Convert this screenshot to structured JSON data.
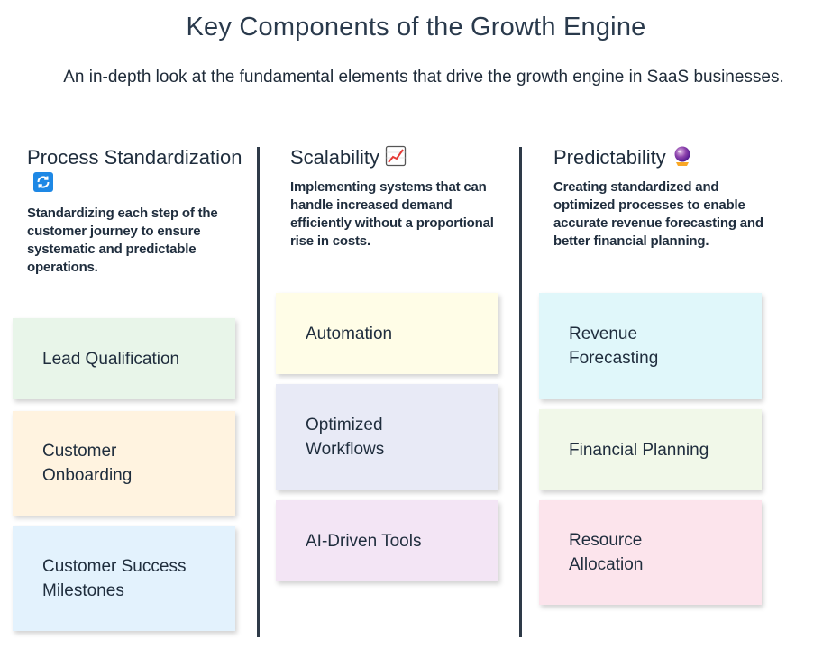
{
  "title": "Key Components of the Growth Engine",
  "subtitle": "An in-depth look at the fundamental elements that drive the growth engine in SaaS businesses.",
  "columns": [
    {
      "heading": "Process Standardization",
      "icon": "refresh-icon",
      "description": "Standardizing each step of the customer journey to ensure systematic and predictable operations.",
      "cards": [
        {
          "label": "Lead Qualification",
          "color": "#e8f5e9"
        },
        {
          "label": "Customer Onboarding",
          "color": "#fff3e0"
        },
        {
          "label": "Customer Success Milestones",
          "color": "#e3f2fd"
        }
      ]
    },
    {
      "heading": "Scalability",
      "icon": "chart-increasing-icon",
      "description": "Implementing systems that can handle increased demand efficiently without a proportional rise in costs.",
      "cards": [
        {
          "label": "Automation",
          "color": "#fffde7"
        },
        {
          "label": "Optimized Workflows",
          "color": "#e8eaf6"
        },
        {
          "label": "AI-Driven Tools",
          "color": "#f3e5f5"
        }
      ]
    },
    {
      "heading": "Predictability",
      "icon": "crystal-ball-icon",
      "description": "Creating standardized and optimized processes to enable accurate revenue forecasting and better financial planning.",
      "cards": [
        {
          "label": "Revenue Forecasting",
          "color": "#e0f7fa"
        },
        {
          "label": "Financial Planning",
          "color": "#f1f8e9"
        },
        {
          "label": "Resource Allocation",
          "color": "#fce4ec"
        }
      ]
    }
  ]
}
